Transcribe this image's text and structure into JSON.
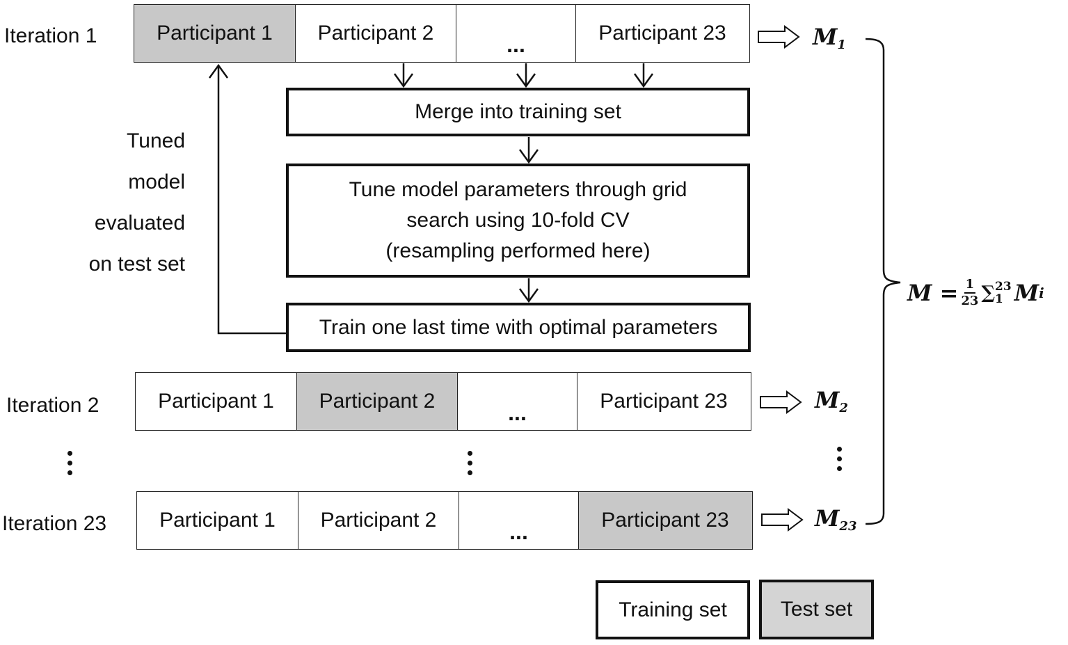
{
  "iterations": [
    {
      "label": "Iteration 1",
      "model": "M",
      "model_sub": "1",
      "test_index": 0
    },
    {
      "label": "Iteration 2",
      "model": "M",
      "model_sub": "2",
      "test_index": 1
    },
    {
      "label": "Iteration 23",
      "model": "M",
      "model_sub": "23",
      "test_index": 3
    }
  ],
  "participants": [
    "Participant 1",
    "Participant 2",
    "...",
    "Participant 23"
  ],
  "pipeline": {
    "merge": "Merge into training set",
    "tune_line1": "Tune model parameters through grid",
    "tune_line2": "search using 10-fold CV",
    "tune_line3": "(resampling performed here)",
    "train": "Train one last time with optimal parameters"
  },
  "tuned_label": [
    "Tuned",
    "model",
    "evaluated",
    "on test set"
  ],
  "formula": {
    "lhs": "M =",
    "numerator": "1",
    "denominator": "23",
    "sum": "∑",
    "sum_upper": "23",
    "sum_lower": "1",
    "term": "M",
    "term_sub": "i"
  },
  "legend": {
    "training": "Training set",
    "test": "Test set",
    "test_color": "#d4d4d4"
  },
  "colors": {
    "test_cell": "#c8c8c8",
    "border": "#111111"
  }
}
